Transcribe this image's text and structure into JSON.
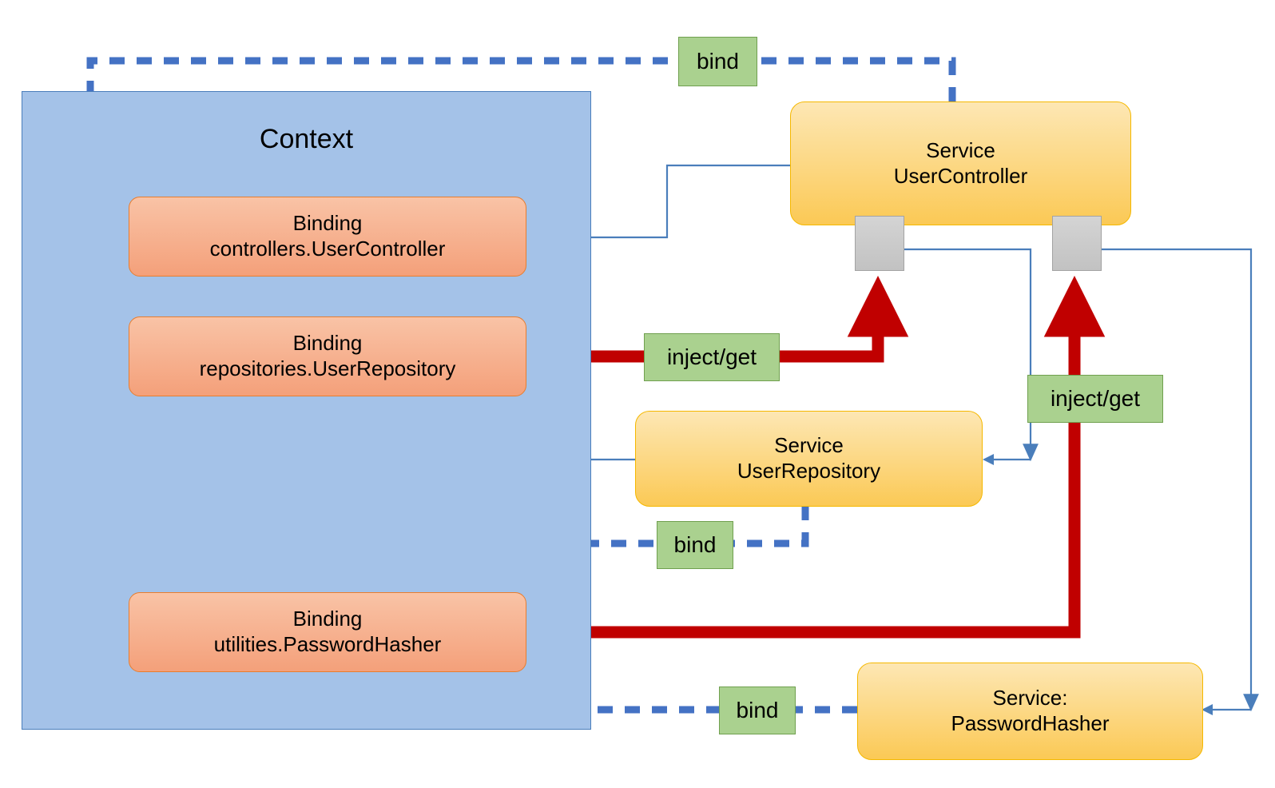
{
  "diagram": {
    "title_context": "Context",
    "colors": {
      "context_fill": "#a4c2e8",
      "context_stroke": "#4a7ebb",
      "binding_fill_top": "#f9c3a6",
      "binding_fill_bottom": "#f4a07a",
      "binding_stroke": "#e87d2e",
      "service_fill_top": "#fde7b4",
      "service_fill_bottom": "#fbc955",
      "service_stroke": "#f5b800",
      "label_fill": "#aad18f",
      "label_stroke": "#70a04f",
      "bind_line": "#4472c4",
      "inject_line": "#c00000",
      "thin_line": "#4a7ebb",
      "port_fill": "#c9c9c9",
      "port_stroke": "#a3a3a3"
    },
    "bindings": [
      {
        "line1": "Binding",
        "line2": "controllers.UserController"
      },
      {
        "line1": "Binding",
        "line2": "repositories.UserRepository"
      },
      {
        "line1": "Binding",
        "line2": "utilities.PasswordHasher"
      }
    ],
    "services": [
      {
        "line1": "Service",
        "line2": "UserController"
      },
      {
        "line1": "Service",
        "line2": "UserRepository"
      },
      {
        "line1": "Service:",
        "line2": "PasswordHasher"
      }
    ],
    "labels": {
      "bind_controller": "bind",
      "bind_repository": "bind",
      "bind_hasher": "bind",
      "inject_repository": "inject/get",
      "inject_hasher": "inject/get"
    }
  }
}
